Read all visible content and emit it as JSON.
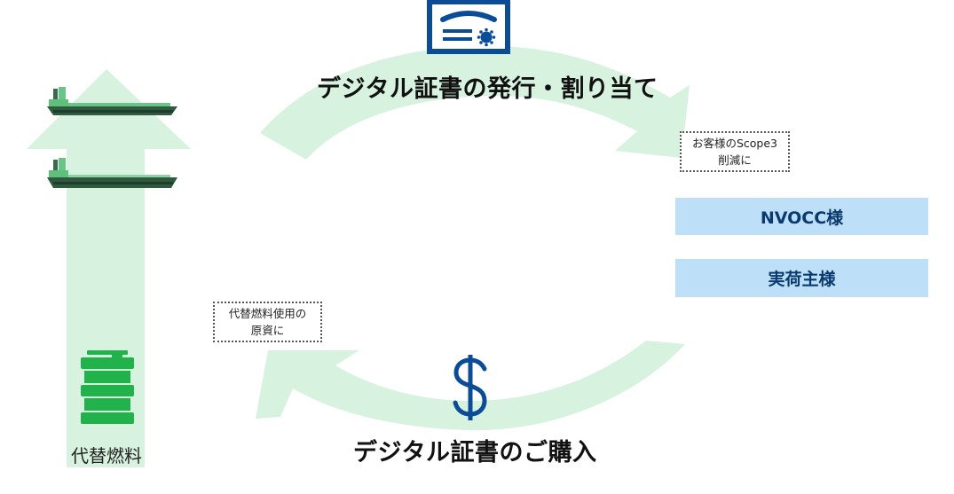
{
  "top_title": "デジタル証書の発行・割り当て",
  "bottom_title": "デジタル証書のご購入",
  "note_scope3": [
    "お客様のScope3",
    "削減に"
  ],
  "note_fuel": [
    "代替燃料使用の",
    "原資に"
  ],
  "customers": [
    "NVOCC様",
    "実荷主様"
  ],
  "fuel_label": "代替燃料",
  "icons": {
    "certificate": "certificate-icon",
    "dollar": "dollar-icon",
    "fuel_drum": "fuel-drum-icon",
    "ships": "container-ship-icon"
  },
  "colors": {
    "arrow": "#d7f2df",
    "navy": "#0b4c97",
    "drum": "#22b24c",
    "box": "#bde0f8"
  }
}
